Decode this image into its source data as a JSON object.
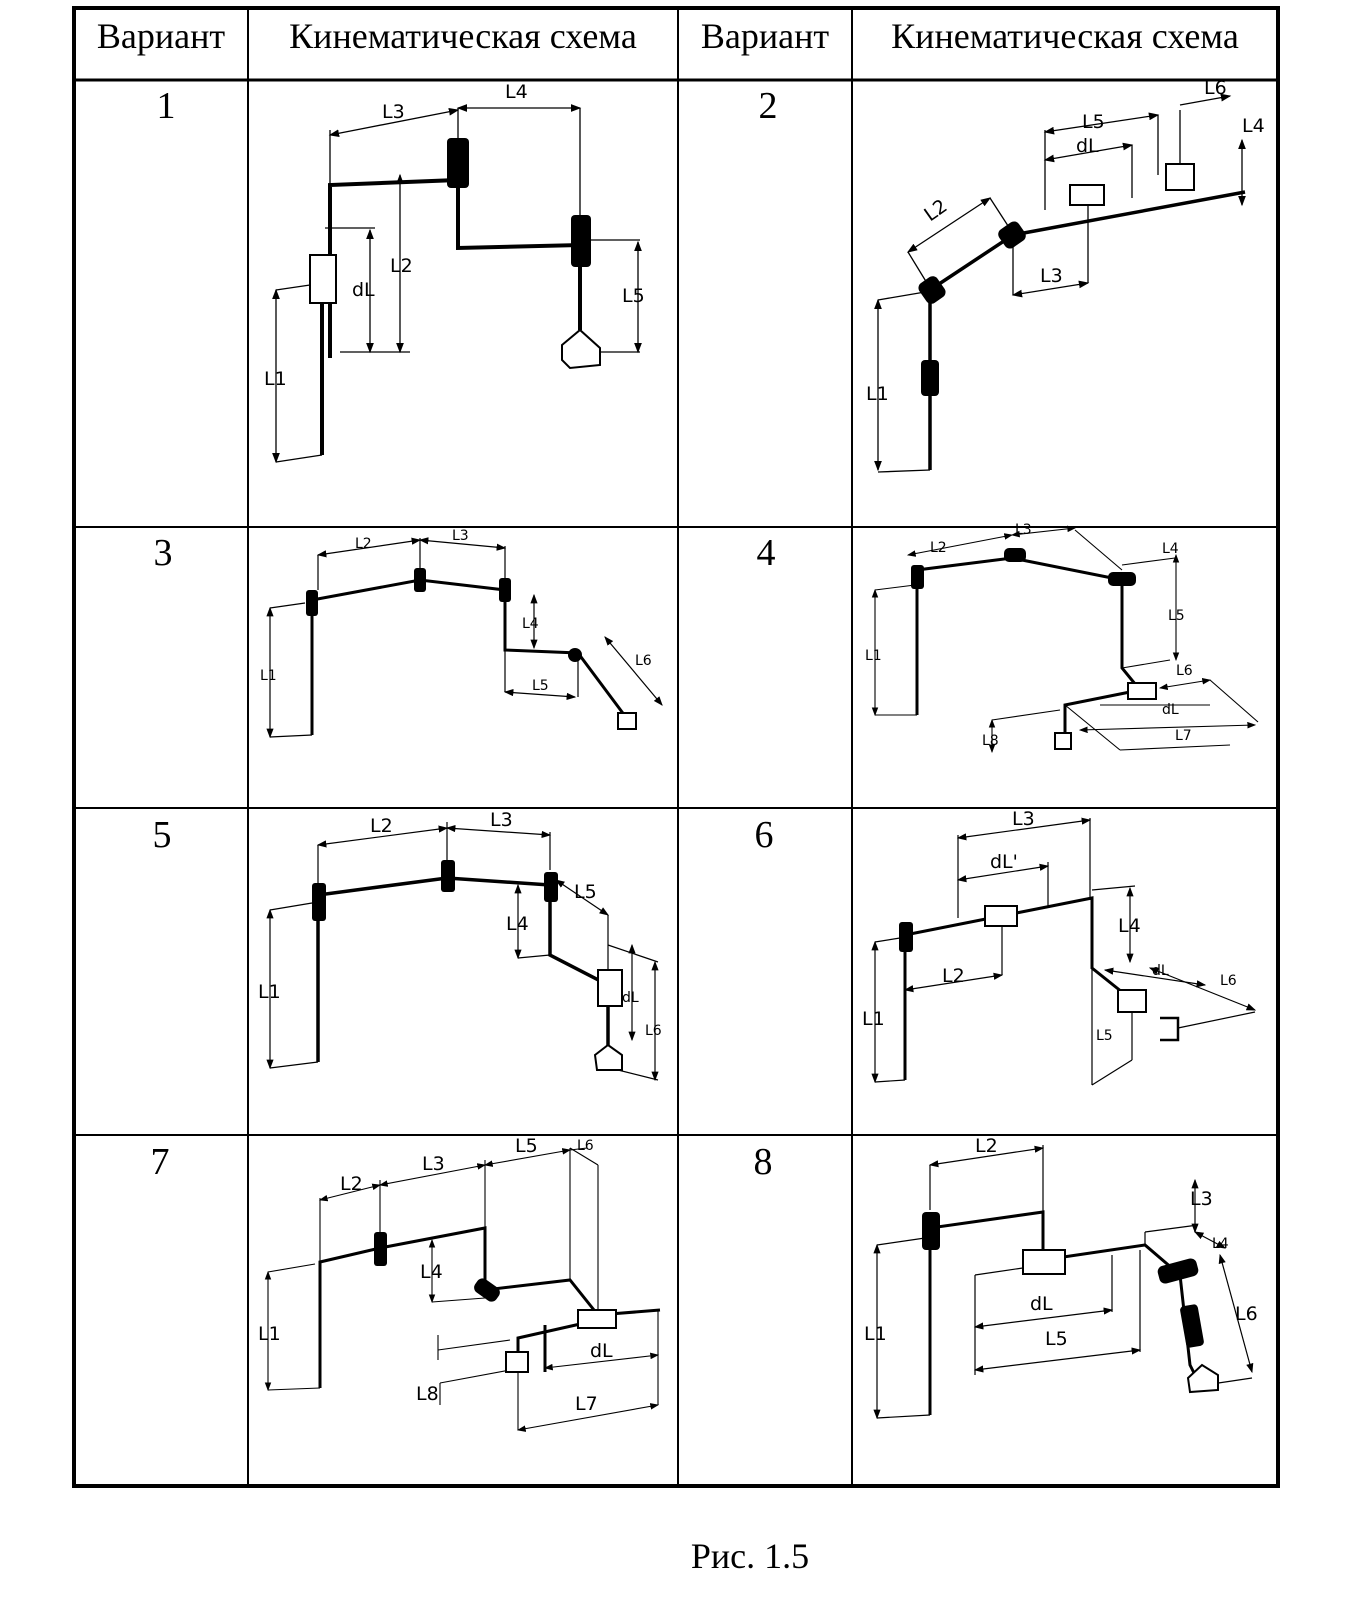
{
  "table": {
    "headers": [
      "Вариант",
      "Кинематическая схема",
      "Вариант",
      "Кинематическая схема"
    ],
    "variants": [
      "1",
      "2",
      "3",
      "4",
      "5",
      "6",
      "7",
      "8"
    ]
  },
  "schemes": {
    "v1": {
      "L1": "L1",
      "L2": "L2",
      "L3": "L3",
      "L4": "L4",
      "L5": "L5",
      "dL": "dL"
    },
    "v2": {
      "L1": "L1",
      "L2": "L2",
      "L3": "L3",
      "L4": "L4",
      "L5": "L5",
      "L6": "L6",
      "dL": "dL"
    },
    "v3": {
      "L1": "L1",
      "L2": "L2",
      "L3": "L3",
      "L4": "L4",
      "L5": "L5",
      "L6": "L6"
    },
    "v4": {
      "L1": "L1",
      "L2": "L2",
      "L3": "L3",
      "L4": "L4",
      "L5": "L5",
      "L6": "L6",
      "L7": "L7",
      "L8": "L8",
      "dL": "dL"
    },
    "v5": {
      "L1": "L1",
      "L2": "L2",
      "L3": "L3",
      "L4": "L4",
      "L5": "L5",
      "L6": "L6",
      "dL": "dL"
    },
    "v6": {
      "L1": "L1",
      "L2": "L2",
      "L3": "L3",
      "L4": "L4",
      "L5": "L5",
      "L6": "L6",
      "dL": "dL",
      "dL2": "dL'"
    },
    "v7": {
      "L1": "L1",
      "L2": "L2",
      "L3": "L3",
      "L4": "L4",
      "L5": "L5",
      "L6": "L6",
      "L7": "L7",
      "L8": "L8",
      "dL": "dL"
    },
    "v8": {
      "L1": "L1",
      "L2": "L2",
      "L3": "L3",
      "L4": "L4",
      "L5": "L5",
      "L6": "L6",
      "dL": "dL"
    }
  },
  "caption": "Рис. 1.5"
}
